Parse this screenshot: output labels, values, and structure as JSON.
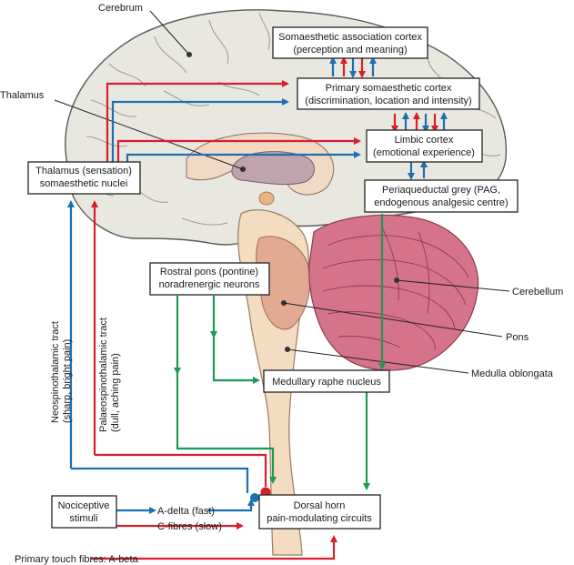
{
  "colors": {
    "ascending_pathway": "#d81e2b",
    "descending_pathway": "#1c6fb0",
    "modulation_pathway": "#1e9a52",
    "cortex_fill": "#e9e8e0",
    "brainstem_fill": "#f3dcc0",
    "cerebellum_fill": "#d5738a",
    "thalamus_fill": "#bfa4ad"
  },
  "labels": {
    "cerebrum": "Cerebrum",
    "thalamus": "Thalamus",
    "cerebellum": "Cerebellum",
    "pons": "Pons",
    "medulla": "Medulla oblongata",
    "touch": "Primary touch fibres: A-beta",
    "a_delta": "A-delta (fast)",
    "c_fibres": "C-fibres (slow)",
    "neo_tract_line1": "Neospinothalamic tract",
    "neo_tract_line2": "(sharp, bright pain)",
    "palaeo_tract_line1": "Palaeospinothalamic tract",
    "palaeo_tract_line2": "(dull, aching pain)"
  },
  "boxes": {
    "association_line1": "Somaesthetic association cortex",
    "association_line2": "(perception and meaning)",
    "primary_line1": "Primary somaesthetic cortex",
    "primary_line2": "(discrimination, location and intensity)",
    "limbic_line1": "Limbic cortex",
    "limbic_line2": "(emotional experience)",
    "pag_line1": "Periaqueductal grey (PAG,",
    "pag_line2": "endogenous analgesic centre)",
    "thalamus_line1": "Thalamus (sensation)",
    "thalamus_line2": "somaesthetic nuclei",
    "pons_line1": "Rostral pons (pontine)",
    "pons_line2": "noradrenergic neurons",
    "raphe": "Medullary raphe nucleus",
    "nociceptive_line1": "Nociceptive",
    "nociceptive_line2": "stimuli",
    "dorsal_line1": "Dorsal horn",
    "dorsal_line2": "pain-modulating circuits"
  }
}
